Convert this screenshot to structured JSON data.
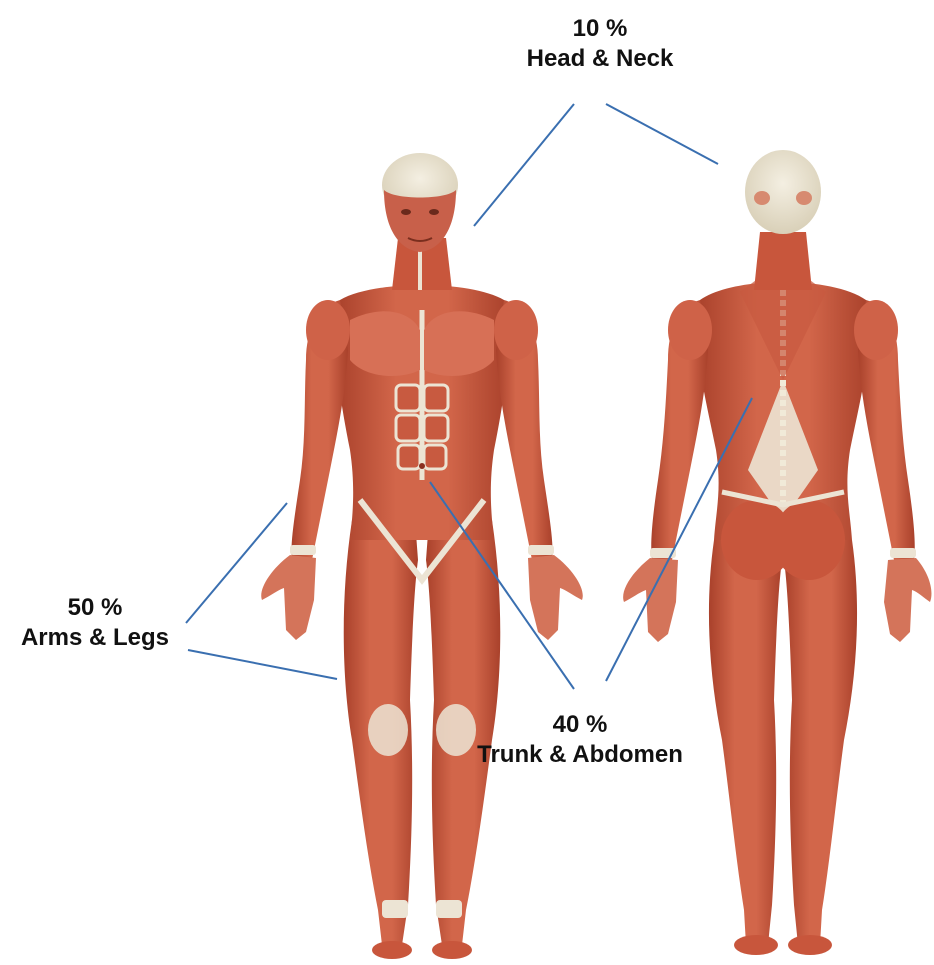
{
  "labels": {
    "head": {
      "percent": "10 %",
      "region": "Head & Neck"
    },
    "limbs": {
      "percent": "50 %",
      "region": "Arms & Legs"
    },
    "trunk": {
      "percent": "40 %",
      "region": "Trunk & Abdomen"
    }
  },
  "colors": {
    "muscle": "#c8563c",
    "muscle_dark": "#9e3a26",
    "muscle_light": "#e2876a",
    "tendon": "#ece4d4",
    "skull": "#e6e0cc",
    "leader_line": "#3a6fb0",
    "background": "#ffffff"
  },
  "figures": {
    "front": "anterior muscular anatomy figure",
    "back": "posterior muscular anatomy figure"
  }
}
